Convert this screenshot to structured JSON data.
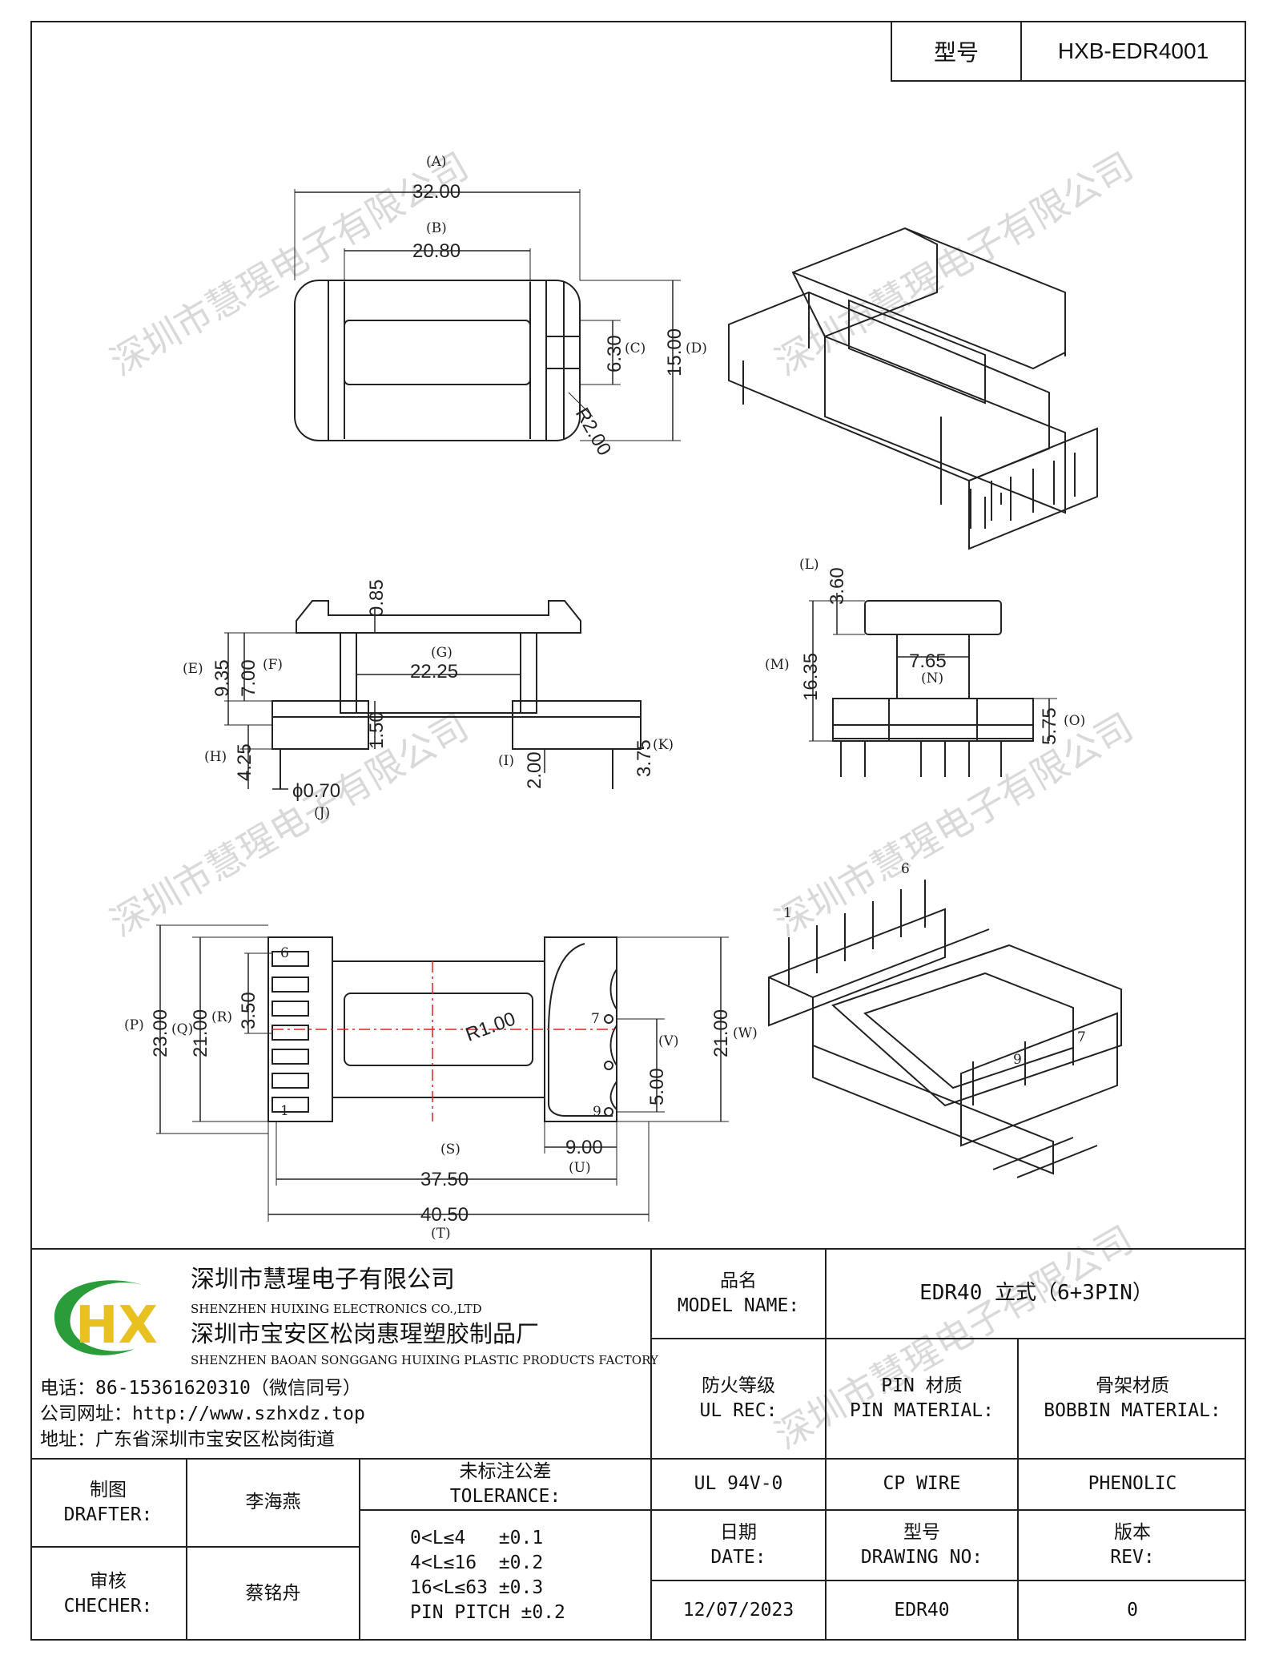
{
  "header": {
    "model_label": "型号",
    "model_value": "HXB-EDR4001"
  },
  "dimensions": {
    "A": "32.00",
    "B": "20.80",
    "C": "6.30",
    "D": "15.00",
    "R2": "R2.00",
    "top_085": "0.85",
    "E": "9.35",
    "F": "7.00",
    "G": "22.25",
    "H": "4.25",
    "d150": "1.50",
    "I": "2.00",
    "K": "3.75",
    "J": "ϕ0.70",
    "L": "3.60",
    "M": "16.35",
    "N": "7.65",
    "O": "5.75",
    "P": "23.00",
    "Q": "21.00",
    "R": "3.50",
    "R1": "R1.00",
    "V": "5.00",
    "W": "21.00",
    "U": "9.00",
    "S": "37.50",
    "T": "40.50"
  },
  "letters": {
    "A": "(A)",
    "B": "(B)",
    "C": "(C)",
    "D": "(D)",
    "E": "(E)",
    "F": "(F)",
    "G": "(G)",
    "H": "(H)",
    "I": "(I)",
    "J": "(J)",
    "K": "(K)",
    "L": "(L)",
    "M": "(M)",
    "N": "(N)",
    "O": "(O)",
    "P": "(P)",
    "Q": "(Q)",
    "R": "(R)",
    "S": "(S)",
    "T": "(T)",
    "U": "(U)",
    "V": "(V)",
    "W": "(W)"
  },
  "pins": {
    "p6": "6",
    "p1": "1",
    "p7": "7",
    "p9": "9",
    "iso1": "1",
    "iso6": "6",
    "iso7": "7",
    "iso9": "9"
  },
  "watermark": "深圳市慧瑆电子有限公司",
  "title_block": {
    "company_cn": "深圳市慧瑆电子有限公司",
    "company_en": "SHENZHEN HUIXING ELECTRONICS CO.,LTD",
    "factory_cn": "深圳市宝安区松岗惠瑆塑胶制品厂",
    "factory_en": "SHENZHEN BAOAN SONGGANG HUIXING PLASTIC PRODUCTS FACTORY",
    "phone": "电话：86-15361620310（微信同号）",
    "website": "公司网址：http://www.szhxdz.top",
    "address": "地址：广东省深圳市宝安区松岗街道",
    "logo_text": "HX",
    "model_name_cn": "品名",
    "model_name_en": "MODEL NAME:",
    "model_name_value": "EDR40 立式（6+3PIN）",
    "ul_cn": "防火等级",
    "ul_en": "UL REC:",
    "pin_mat_cn": "PIN 材质",
    "pin_mat_en": "PIN MATERIAL:",
    "bobbin_mat_cn": "骨架材质",
    "bobbin_mat_en": "BOBBIN MATERIAL:",
    "ul_value": "UL 94V-0",
    "pin_mat_value": "CP WIRE",
    "bobbin_mat_value": "PHENOLIC",
    "drafter_cn": "制图",
    "drafter_en": "DRAFTER:",
    "drafter_name": "李海燕",
    "checker_cn": "审核",
    "checker_en": "CHECHER:",
    "checker_name": "蔡铭舟",
    "tolerance_cn": "未标注公差",
    "tolerance_en": "TOLERANCE:",
    "tol": [
      "0<L≤4   ±0.1",
      "4<L≤16  ±0.2",
      "16<L≤63 ±0.3",
      "PIN PITCH ±0.2"
    ],
    "date_cn": "日期",
    "date_en": "DATE:",
    "date_value": "12/07/2023",
    "drawing_cn": "型号",
    "drawing_en": "DRAWING NO:",
    "drawing_value": "EDR40",
    "rev_cn": "版本",
    "rev_en": "REV:",
    "rev_value": "0"
  }
}
